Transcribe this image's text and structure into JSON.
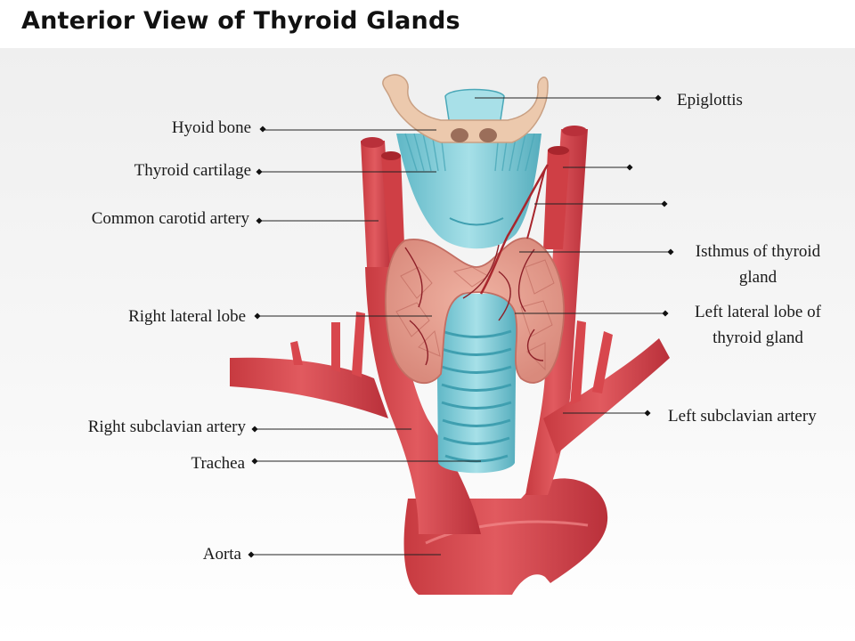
{
  "title": "Anterior View of Thyroid Glands",
  "labels": {
    "hyoid_bone": "Hyoid bone",
    "thyroid_cartilage": "Thyroid cartilage",
    "common_carotid_artery": "Common carotid artery",
    "right_lateral_lobe": "Right lateral lobe",
    "right_subclavian_artery": "Right subclavian artery",
    "trachea": "Trachea",
    "aorta": "Aorta",
    "epiglottis": "Epiglottis",
    "isthmus_line1": "Isthmus of thyroid",
    "isthmus_line2": "gland",
    "left_lateral_lobe_line1": "Left lateral lobe of",
    "left_lateral_lobe_line2": "thyroid gland",
    "left_subclavian_artery": "Left subclavian artery"
  },
  "colors": {
    "artery": "#d8474d",
    "artery_dark": "#a8262d",
    "cartilage": "#7ccad6",
    "cartilage_dark": "#3f9fb0",
    "hyoid": "#ecc9ad",
    "thyroid": "#e8a090",
    "thyroid_dark": "#c36e63",
    "leader": "#222222"
  }
}
